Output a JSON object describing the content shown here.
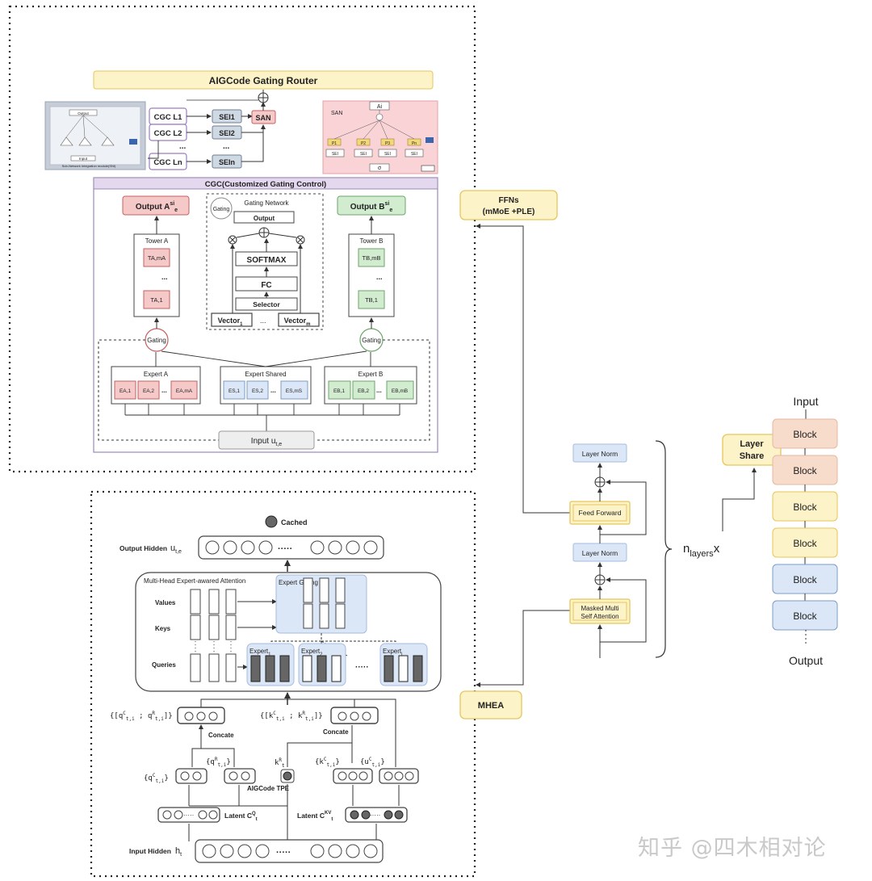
{
  "router": {
    "title": "AIGCode Gating Router",
    "cgc_items": [
      "CGC L1",
      "CGC L2",
      "CGC Ln"
    ],
    "sei_items": [
      "SEI1",
      "SEI2",
      "SEIn"
    ],
    "dots": "...",
    "san": "SAN",
    "plus": "⊕"
  },
  "left_thumb": {
    "top_label": "Output",
    "bottom_label": "Input",
    "caption": "Sub-Network Integration module(SNI)"
  },
  "san_inset": {
    "title": "SAN",
    "top": "Ai",
    "bottom": "σ",
    "sei_row": [
      "SEI",
      "SEI",
      "SEI",
      "SEI"
    ],
    "gate_row": [
      "P1",
      "P2",
      "P3",
      "Pn"
    ]
  },
  "cgc": {
    "title": "CGC(Customized Gating Control)",
    "output_a": "Output A",
    "output_a_sup": "si",
    "output_a_sub": "e",
    "output_b": "Output B",
    "output_b_sup": "si",
    "output_b_sub": "e",
    "tower_a": "Tower A",
    "tower_b": "Tower B",
    "tower_a_top": "TA,mA",
    "tower_a_bot": "TA,1",
    "tower_b_top": "TB,mB",
    "tower_b_bot": "TB,1",
    "gating": "Gating",
    "gating_net": "Gating Network",
    "gn_output": "Output",
    "softmax": "SOFTMAX",
    "fc": "FC",
    "selector": "Selector",
    "vector1": "Vector",
    "vector1_sub": "1",
    "vectorm": "Vector",
    "vectorm_sub": "m",
    "expert_a": "Expert A",
    "expert_shared": "Expert Shared",
    "expert_b": "Expert B",
    "ea": [
      "EA,1",
      "EA,2",
      "EA,mA"
    ],
    "es": [
      "ES,1",
      "ES,2",
      "ES,mS"
    ],
    "eb": [
      "EB,1",
      "EB,2",
      "EB,mB"
    ],
    "input": "Input u",
    "input_sub": "t,e",
    "ellipsis": "..."
  },
  "mhea": {
    "cached": "Cached",
    "output_hidden": "Output Hidden",
    "output_hidden_var": "u",
    "output_hidden_sub": "t,e",
    "attn_title": "Multi-Head Expert-awared Attention",
    "values": "Values",
    "keys": "Keys",
    "queries": "Queries",
    "expert_gating": "Expert Gating",
    "expert1": "Expert",
    "expert1_sub": "1",
    "expert2": "Expert",
    "expert2_sub": "2",
    "experti": "Expert",
    "experti_sub": "i",
    "q_set": "{[q",
    "k_set": "{[k",
    "concate": "Concate",
    "qc": "{q",
    "qr": "{q",
    "kr": "k",
    "kc": "{k",
    "uc": "{u",
    "tpe": "AIGCode TPE",
    "latent_q": "Latent C",
    "latent_kv": "Latent C",
    "input_hidden": "Input Hidden",
    "input_hidden_var": "h",
    "input_hidden_sub": "t",
    "dots": "·····"
  },
  "ffns": {
    "line1": "FFNs",
    "line2": "(mMoE +PLE)"
  },
  "mhea_label": "MHEA",
  "transformer": {
    "layer_norm_top": "Layer Norm",
    "feed_forward": "Feed Forward",
    "layer_norm_bot": "Layer Norm",
    "masked_attn_1": "Masked Multi",
    "masked_attn_2": "Self Attention",
    "n_layers": "n",
    "n_layers_sub": "layers",
    "n_layers_x": "x"
  },
  "layer_share": {
    "line1": "Layer",
    "line2": "Share"
  },
  "stack": {
    "input": "Input",
    "output": "Output",
    "blocks": [
      "Block",
      "Block",
      "Block",
      "Block",
      "Block",
      "Block"
    ]
  },
  "watermark": "知乎 @四木相对论",
  "colors": {
    "yellow_fill": "#fdf3c8",
    "yellow_stroke": "#e6c65a",
    "pink_fill": "#f6c9c9",
    "pink_stroke": "#c46060",
    "green_fill": "#d2ecd0",
    "green_stroke": "#6da56a",
    "blue_fill": "#dbe7f6",
    "blue_stroke": "#7d9cc6",
    "peach_fill": "#f8dccb",
    "gray_fill": "#e7e7e7",
    "dark_fill": "#666666",
    "purple_fill": "#e4d8ee"
  }
}
